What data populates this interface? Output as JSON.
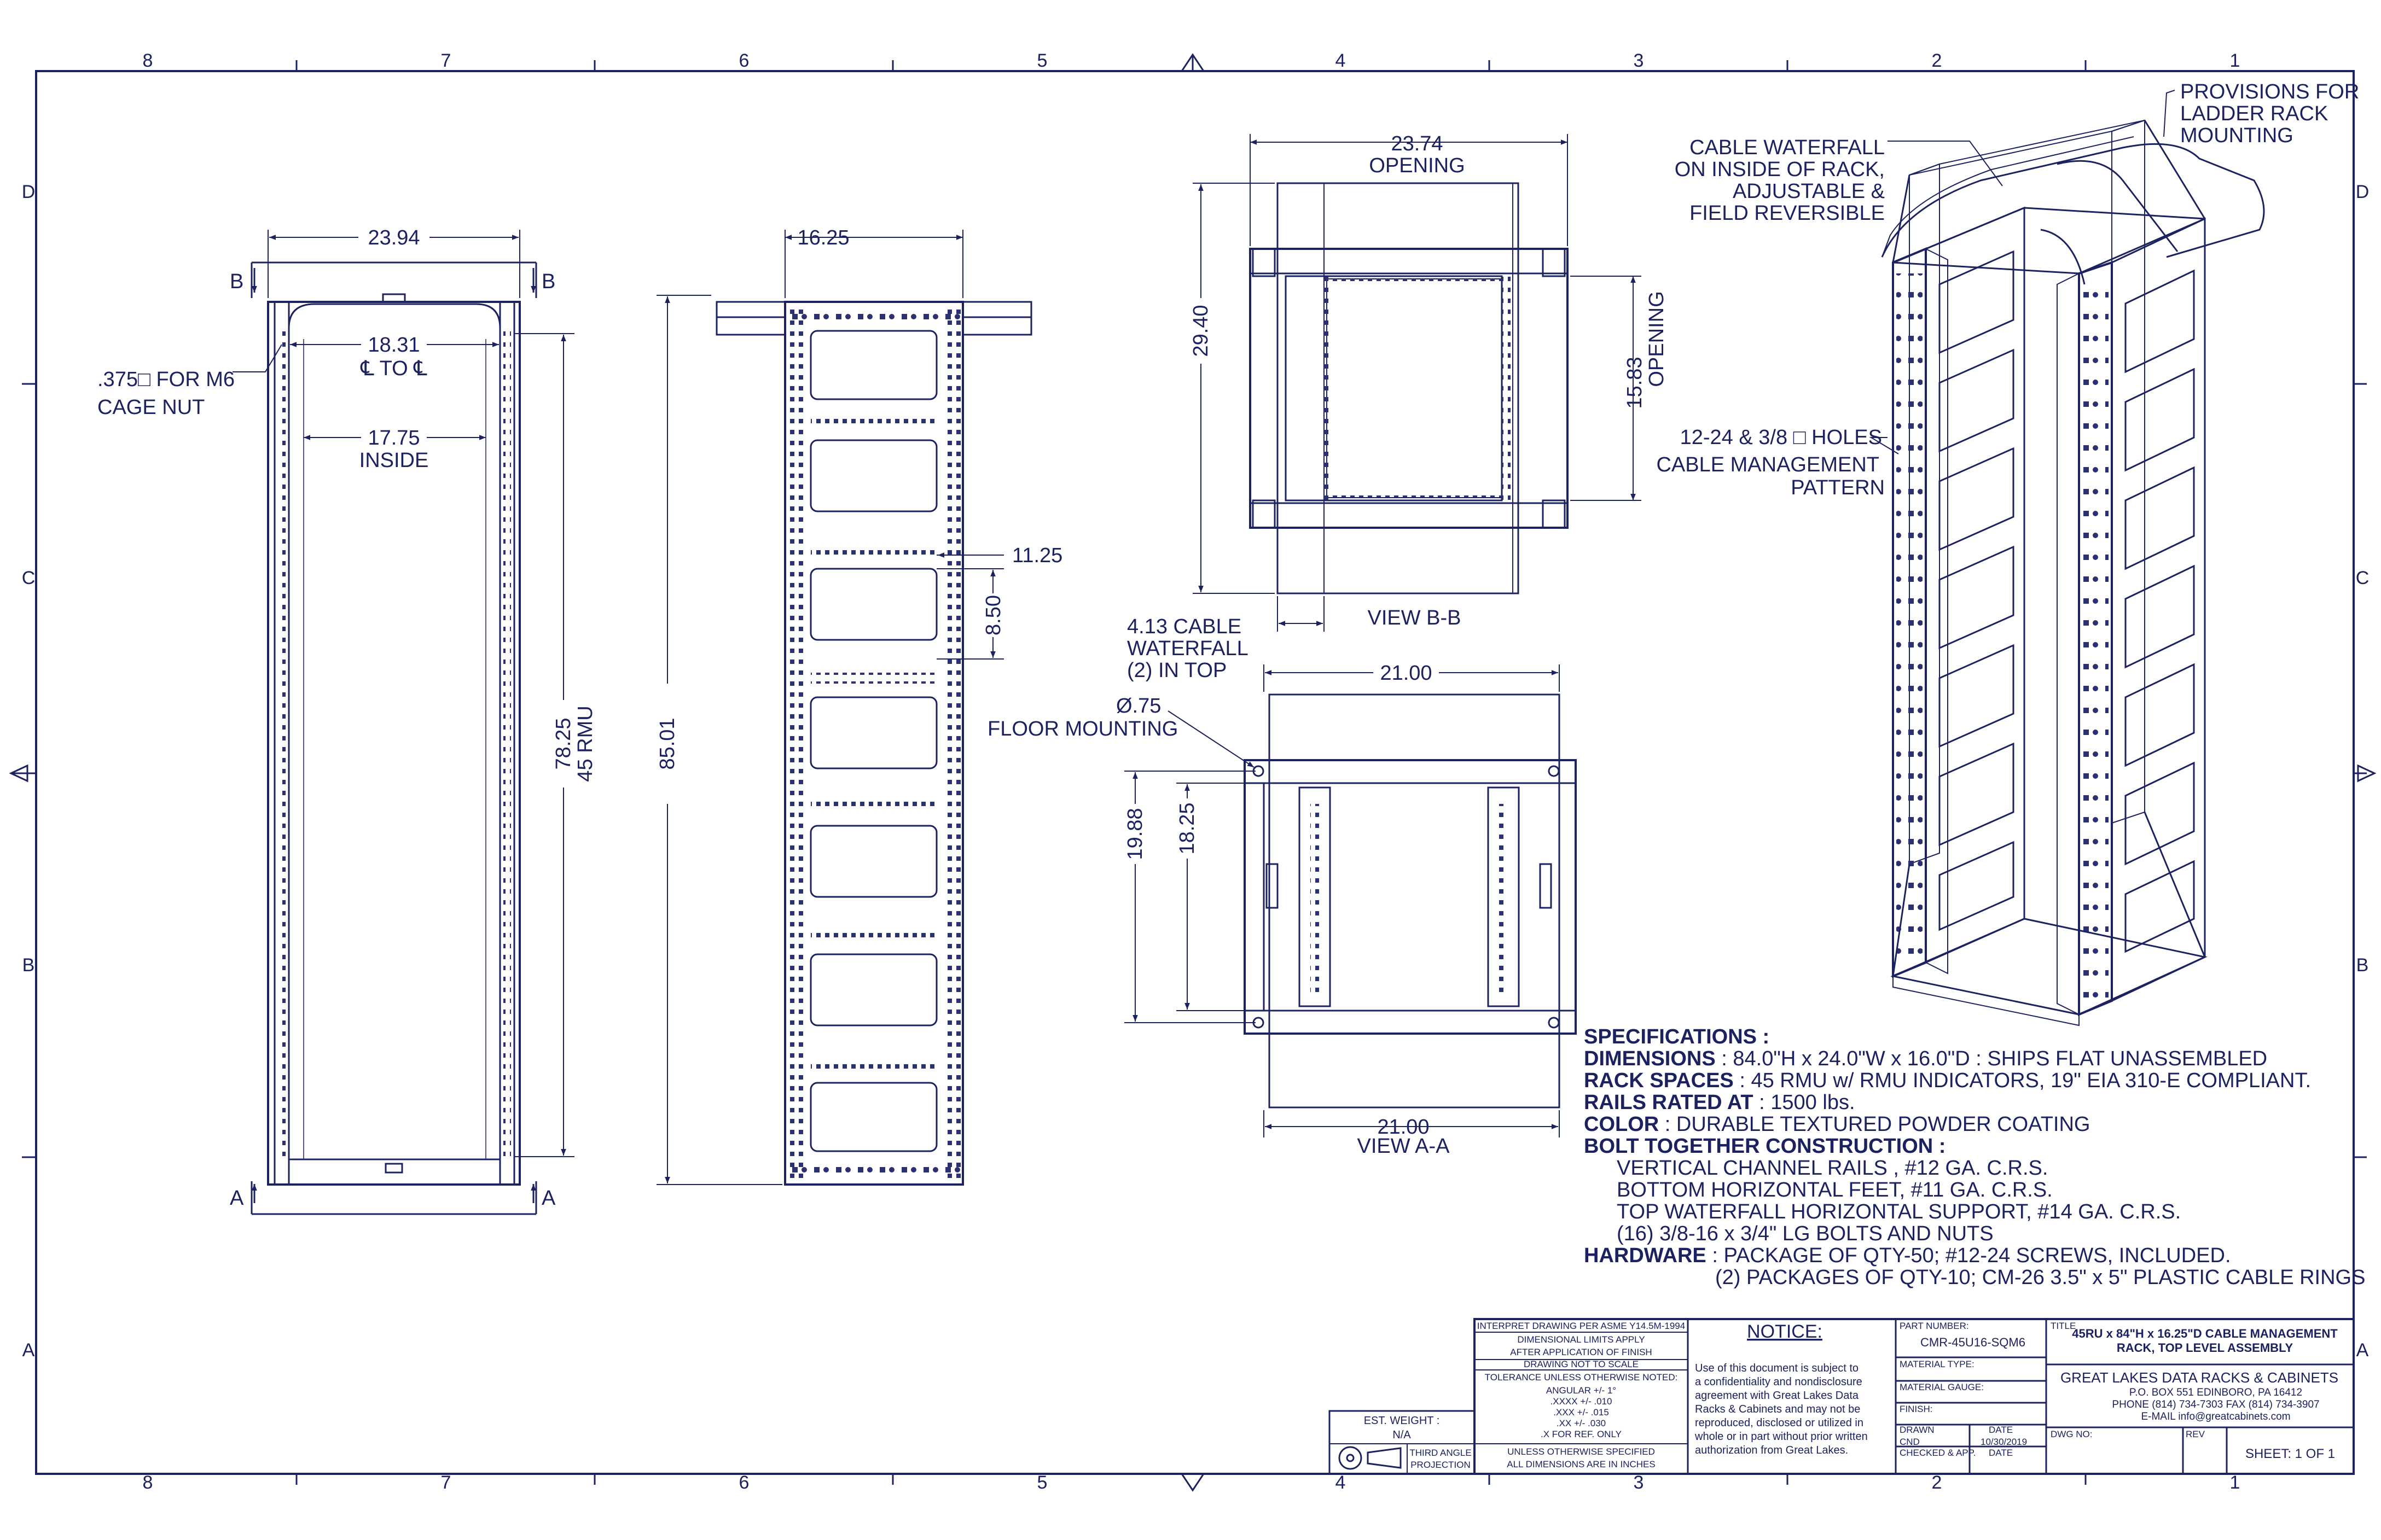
{
  "border": {
    "col_labels": [
      "8",
      "7",
      "6",
      "5",
      "4",
      "3",
      "2",
      "1"
    ],
    "row_labels": [
      "D",
      "C",
      "B",
      "A"
    ]
  },
  "front_view": {
    "width": "23.94",
    "rail_centers": "18.31",
    "rail_centers_sub": "℄ TO ℄",
    "inside_width": "17.75",
    "inside_label": "INSIDE",
    "cage_nut_line1": ".375□ FOR M6",
    "cage_nut_line2": "CAGE NUT",
    "rail_height": "78.25",
    "rail_rmu": "45 RMU",
    "section_b": "B",
    "section_a": "A"
  },
  "side_view": {
    "depth": "16.25",
    "overall_height": "85.01",
    "cutout_width": "11.25",
    "cutout_height": "8.50"
  },
  "view_bb": {
    "opening_width": "23.74",
    "opening_label": "OPENING",
    "depth": "29.40",
    "opening_depth": "15.83",
    "opening_depth_label": "OPENING",
    "waterfall_note_1": "4.13 CABLE",
    "waterfall_note_2": "WATERFALL",
    "waterfall_note_3": "(2) IN TOP",
    "caption": "VIEW B-B"
  },
  "view_aa": {
    "top_width": "21.00",
    "bottom_width": "21.00",
    "outer_depth": "19.88",
    "inner_depth": "18.25",
    "hole": "Ø.75",
    "floor_mounting": "FLOOR MOUNTING",
    "caption": "VIEW A-A"
  },
  "iso_notes": {
    "ladder_1": "PROVISIONS FOR",
    "ladder_2": "LADDER RACK",
    "ladder_3": "MOUNTING",
    "waterfall_1": "CABLE WATERFALL",
    "waterfall_2": "ON INSIDE OF RACK,",
    "waterfall_3": "ADJUSTABLE &",
    "waterfall_4": "FIELD REVERSIBLE",
    "holes_1": "12-24 & 3/8 □ HOLES",
    "holes_2": "CABLE MANAGEMENT",
    "holes_3": "PATTERN"
  },
  "specifications": {
    "heading": "SPECIFICATIONS :",
    "dimensions_key": "DIMENSIONS",
    "dimensions_val": " : 84.0\"H x 24.0\"W x 16.0\"D : SHIPS FLAT UNASSEMBLED",
    "rack_spaces_key": "RACK SPACES",
    "rack_spaces_val": " : 45 RMU w/ RMU INDICATORS, 19\" EIA 310-E COMPLIANT.",
    "rails_key": "RAILS RATED AT",
    "rails_val": " : 1500 lbs.",
    "color_key": "COLOR",
    "color_val": " : DURABLE TEXTURED POWDER COATING",
    "bolt_heading": "BOLT TOGETHER CONSTRUCTION :",
    "bolt_items": [
      "VERTICAL CHANNEL RAILS , #12 GA. C.R.S.",
      "BOTTOM HORIZONTAL FEET, #11 GA. C.R.S.",
      "TOP WATERFALL HORIZONTAL SUPPORT, #14 GA. C.R.S.",
      "(16) 3/8-16 x 3/4\" LG BOLTS AND NUTS"
    ],
    "hardware_key": "HARDWARE",
    "hardware_val": " : PACKAGE OF QTY-50; #12-24 SCREWS, INCLUDED.",
    "hardware_val_2": "(2) PACKAGES OF QTY-10; CM-26 3.5\" x 5\" PLASTIC CABLE RINGS"
  },
  "title_block": {
    "interpret": "INTERPRET DRAWING PER ASME Y14.5M-1994",
    "dim_limits": "DIMENSIONAL LIMITS APPLY",
    "after_finish": "AFTER APPLICATION OF FINISH",
    "no_scale": "DRAWING NOT TO SCALE",
    "tolerance": "TOLERANCE UNLESS OTHERWISE NOTED:",
    "angular": "ANGULAR +/- 1°",
    "xxxx": ".XXXX +/- .010",
    "xxx": ".XXX +/- .015",
    "xx": ".XX +/- .030",
    "x": ".X FOR REF. ONLY",
    "unless": "UNLESS OTHERWISE SPECIFIED",
    "inches": "ALL DIMENSIONS ARE IN INCHES",
    "est_weight_label": "EST. WEIGHT :",
    "est_weight_val": "N/A",
    "third_angle_1": "THIRD ANGLE",
    "third_angle_2": "PROJECTION",
    "notice_title": "NOTICE:",
    "notice_lines": [
      "Use of this document is subject to",
      "a confidentiality and nondisclosure",
      "agreement with Great Lakes Data",
      "Racks & Cabinets and may not be",
      "reproduced, disclosed or utilized in",
      "whole or in part without prior written",
      "authorization from Great Lakes."
    ],
    "part_number_label": "PART NUMBER:",
    "part_number": "CMR-45U16-SQM6",
    "material_type_label": "MATERIAL TYPE:",
    "material_gauge_label": "MATERIAL GAUGE:",
    "finish_label": "FINISH:",
    "drawn_label": "DRAWN",
    "date_label": "DATE",
    "drawn_by": "CND",
    "drawn_date": "10/30/2019",
    "checked_label": "CHECKED & APP.",
    "date_label_2": "DATE",
    "title_label": "TITLE",
    "title_1": "45RU x 84\"H x 16.25\"D CABLE MANAGEMENT",
    "title_2": "RACK, TOP LEVEL ASSEMBLY",
    "company": "GREAT LAKES DATA RACKS & CABINETS",
    "address": "P.O. BOX 551 EDINBORO, PA 16412",
    "phone": "PHONE (814) 734-7303 FAX (814) 734-3907",
    "email": "E-MAIL info@greatcabinets.com",
    "dwg_no_label": "DWG NO:",
    "rev_label": "REV",
    "sheet": "SHEET: 1 OF 1"
  }
}
